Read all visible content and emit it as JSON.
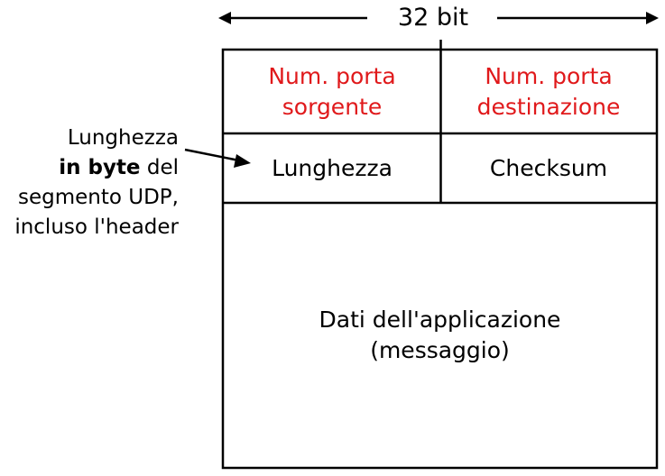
{
  "header": {
    "width_label": "32 bit"
  },
  "fields": {
    "source_port": {
      "line1": "Num. porta",
      "line2": "sorgente",
      "color": "#e0191b"
    },
    "destination_port": {
      "line1": "Num. porta",
      "line2": "destinazione",
      "color": "#e0191b"
    },
    "length": {
      "label": "Lunghezza"
    },
    "checksum": {
      "label": "Checksum"
    },
    "payload": {
      "line1": "Dati dell'applicazione",
      "line2": "(messaggio)"
    }
  },
  "annotation": {
    "line1": "Lunghezza",
    "line2_bold": "in byte",
    "line2_rest": " del",
    "line3": "segmento UDP,",
    "line4": "incluso l'header"
  }
}
